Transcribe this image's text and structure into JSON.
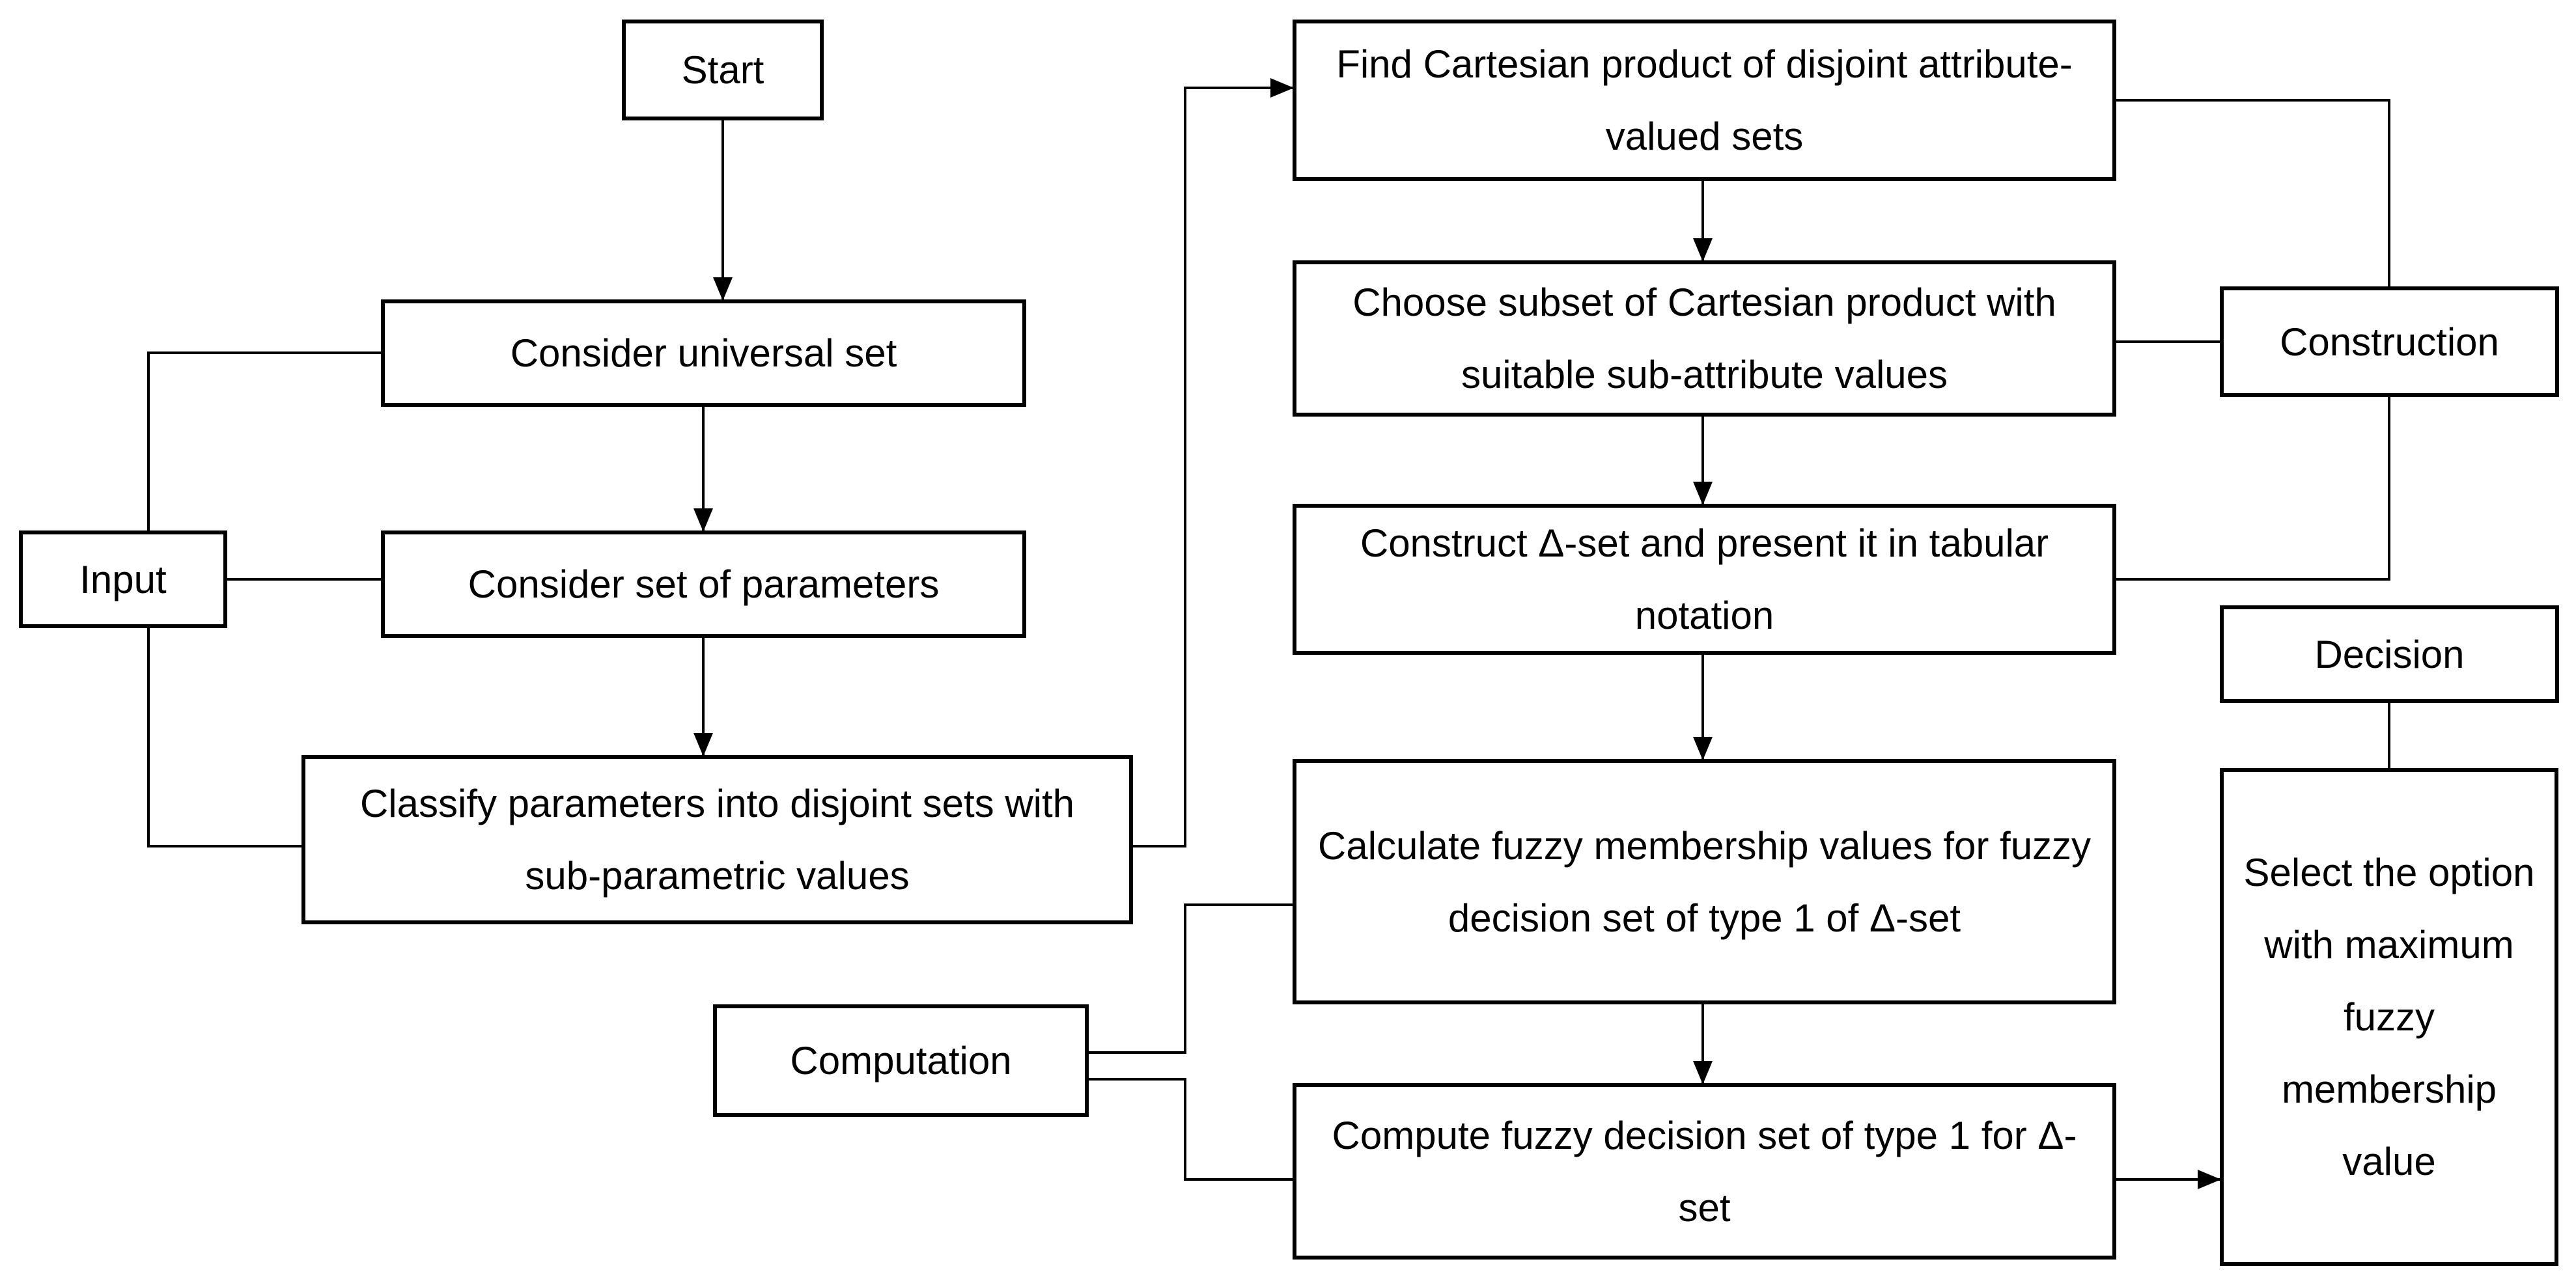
{
  "colors": {
    "line": "#000000",
    "box_border": "#000000",
    "box_background": "#ffffff",
    "text": "#000000"
  },
  "nodes": {
    "start": {
      "label": "Start"
    },
    "universal": {
      "label": "Consider universal set"
    },
    "parameters": {
      "label": "Consider set of parameters"
    },
    "input": {
      "label": "Input"
    },
    "classify": {
      "label": "Classify parameters into disjoint sets with sub-parametric values"
    },
    "cartesian": {
      "label": "Find Cartesian product of disjoint attribute-valued sets"
    },
    "subset": {
      "label": "Choose subset of Cartesian product with suitable sub-attribute values"
    },
    "construction": {
      "label": "Construction"
    },
    "delta": {
      "label": "Construct Δ-set and present it in tabular notation"
    },
    "decision": {
      "label": "Decision"
    },
    "calculate": {
      "label": "Calculate fuzzy membership values for fuzzy decision set of type 1 of Δ-set"
    },
    "computation": {
      "label": "Computation"
    },
    "compute": {
      "label": "Compute fuzzy decision set of type 1 for Δ-set"
    },
    "select": {
      "label": "Select the option with maximum fuzzy membership value"
    }
  },
  "edges": [
    {
      "from": "start",
      "to": "universal",
      "arrow": true
    },
    {
      "from": "universal",
      "to": "parameters",
      "arrow": true
    },
    {
      "from": "parameters",
      "to": "classify",
      "arrow": true
    },
    {
      "from": "input",
      "to": "universal",
      "arrow": false
    },
    {
      "from": "input",
      "to": "parameters",
      "arrow": false
    },
    {
      "from": "input",
      "to": "classify",
      "arrow": false
    },
    {
      "from": "classify",
      "to": "cartesian",
      "arrow": true
    },
    {
      "from": "cartesian",
      "to": "subset",
      "arrow": true
    },
    {
      "from": "subset",
      "to": "delta",
      "arrow": true
    },
    {
      "from": "delta",
      "to": "calculate",
      "arrow": true
    },
    {
      "from": "calculate",
      "to": "compute",
      "arrow": true
    },
    {
      "from": "construction",
      "to": "cartesian",
      "arrow": false
    },
    {
      "from": "construction",
      "to": "subset",
      "arrow": false
    },
    {
      "from": "construction",
      "to": "delta",
      "arrow": false
    },
    {
      "from": "computation",
      "to": "calculate",
      "arrow": false
    },
    {
      "from": "computation",
      "to": "compute",
      "arrow": false
    },
    {
      "from": "decision",
      "to": "select",
      "arrow": false
    },
    {
      "from": "compute",
      "to": "select",
      "arrow": true
    }
  ]
}
